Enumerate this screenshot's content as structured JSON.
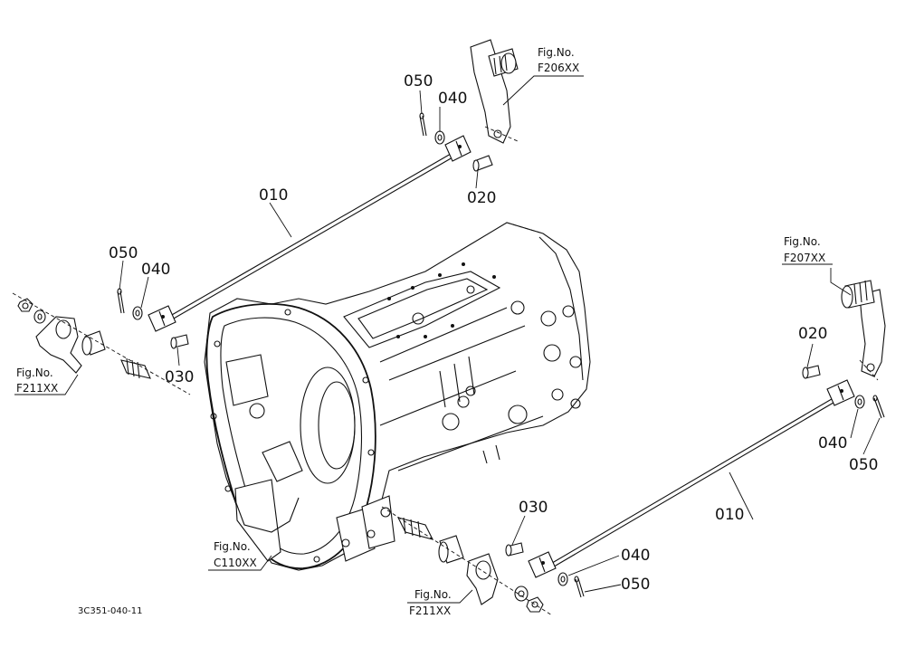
{
  "callouts": {
    "p010_top": "010",
    "p010_bottom": "010",
    "p020_top": "020",
    "p020_right": "020",
    "p030_left": "030",
    "p030_bottom": "030",
    "p040_top": "040",
    "p040_left": "040",
    "p040_right": "040",
    "p040_bottom": "040",
    "p050_top": "050",
    "p050_left": "050",
    "p050_right": "050",
    "p050_bottom": "050"
  },
  "figure_refs": {
    "f206": {
      "label": "Fig.No.",
      "code": "F206XX"
    },
    "f207": {
      "label": "Fig.No.",
      "code": "F207XX"
    },
    "f211_left": {
      "label": "Fig.No.",
      "code": "F211XX"
    },
    "f211_bottom": {
      "label": "Fig.No.",
      "code": "F211XX"
    },
    "c110": {
      "label": "Fig.No.",
      "code": "C110XX"
    }
  },
  "drawing_code": "3C351-040-11"
}
